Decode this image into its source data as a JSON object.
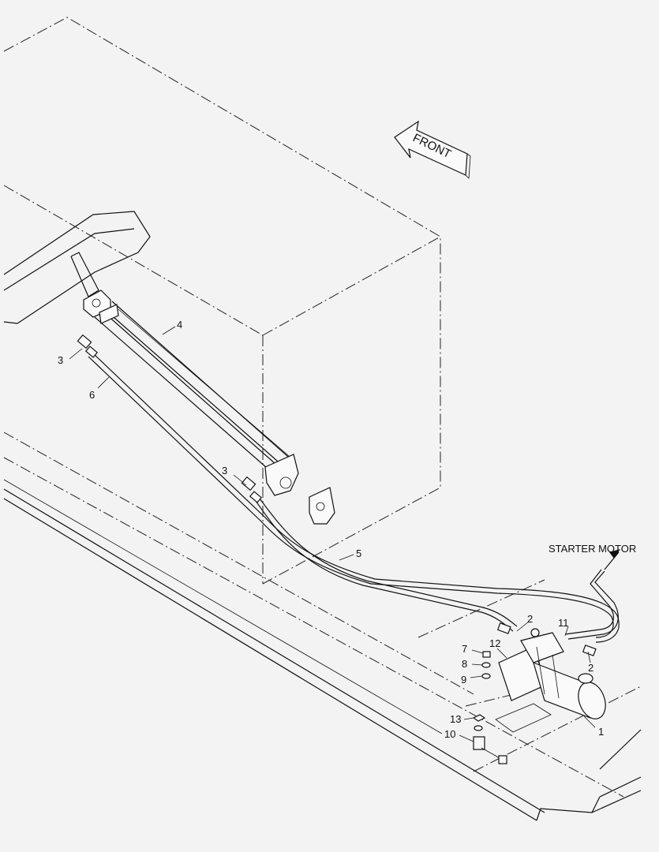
{
  "diagram": {
    "front_label": "FRONT",
    "starter_motor_label": "STARTER MOTOR",
    "callouts": [
      "1",
      "2",
      "2",
      "3",
      "3",
      "4",
      "5",
      "6",
      "7",
      "8",
      "9",
      "10",
      "11",
      "12",
      "13"
    ]
  },
  "colors": {
    "background": "#f3f3f3",
    "line": "#111111"
  }
}
